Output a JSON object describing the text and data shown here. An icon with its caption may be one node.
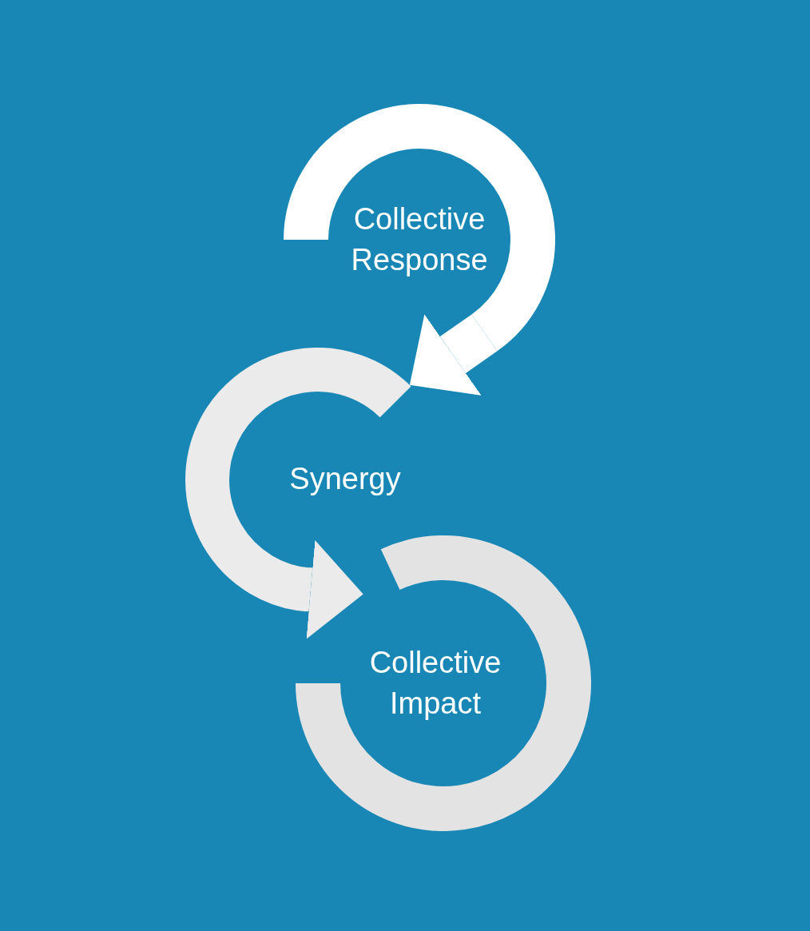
{
  "diagram": {
    "nodes": [
      {
        "text": [
          "Collective Response"
        ]
      },
      {
        "text": [
          "Synergy"
        ]
      },
      {
        "text": [
          "Collective Impact"
        ]
      }
    ],
    "edges": [
      {
        "from": 0,
        "to": 1,
        "arrow": "to",
        "color": "#ffffff"
      },
      {
        "from": 1,
        "to": 2,
        "arrow": "to",
        "color": "#ebebeb"
      }
    ]
  }
}
